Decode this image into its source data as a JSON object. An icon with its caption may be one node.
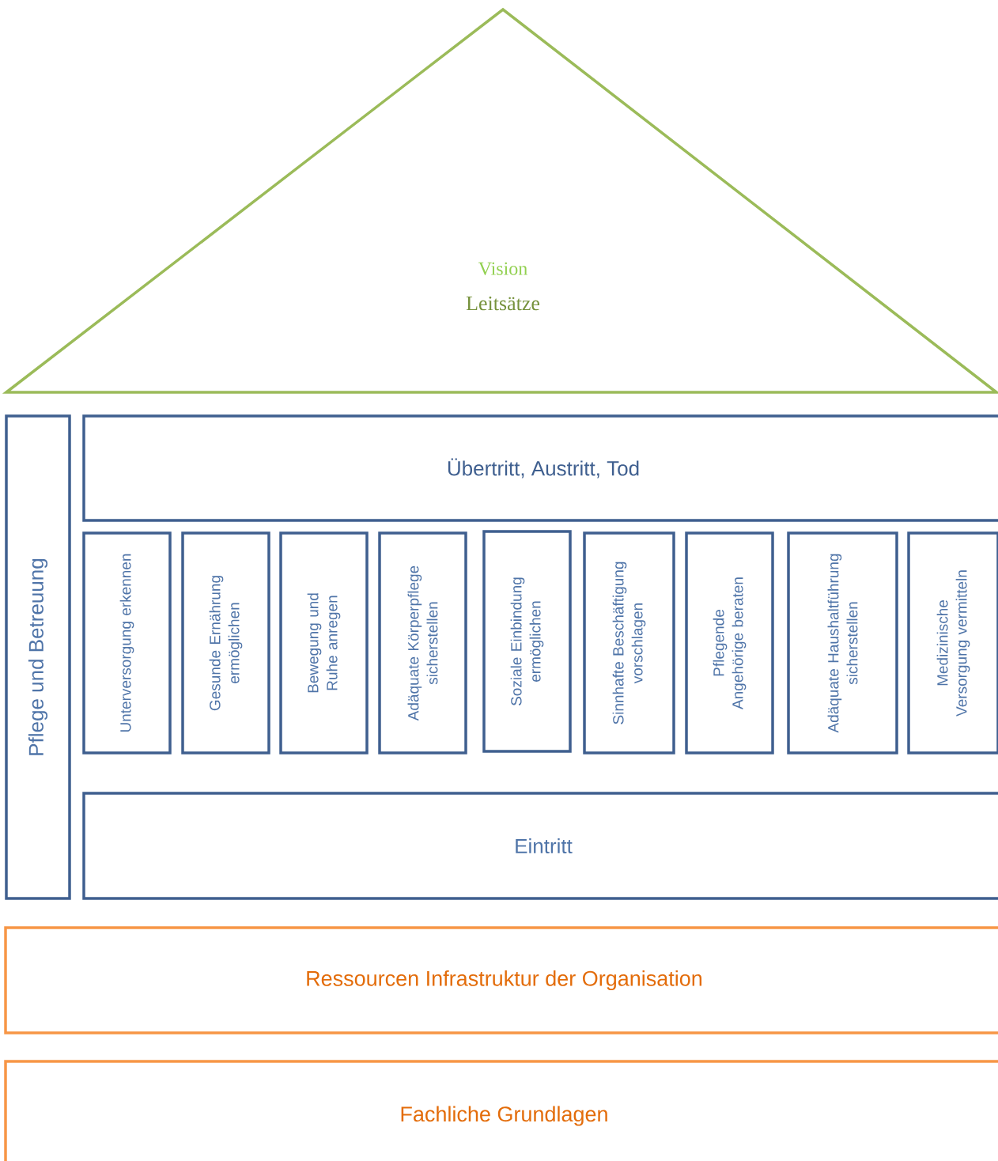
{
  "diagram": {
    "nodes": [
      {
        "text": [
          "Vision",
          "Leitsätze"
        ]
      },
      {
        "text": [
          "Pflege und Betreuung"
        ]
      },
      {
        "text": [
          "Übertritt, Austritt, Tod"
        ]
      },
      {
        "text": [
          "Unterversorgung erkennen"
        ]
      },
      {
        "text": [
          "Gesunde Ernährung ermöglichen"
        ]
      },
      {
        "text": [
          "Bewegung und Ruhe anregen"
        ]
      },
      {
        "text": [
          "Adäquate Körperpflege sicherstellen"
        ]
      },
      {
        "text": [
          "Soziale Einbindung ermöglichen"
        ]
      },
      {
        "text": [
          "Sinnhafte Beschäftigung vorschlagen"
        ]
      },
      {
        "text": [
          "Pflegende Angehörige beraten"
        ]
      },
      {
        "text": [
          "Adäquate Haushaltführung sicherstellen"
        ]
      },
      {
        "text": [
          "Medizinische Versorgung vermitteln"
        ]
      },
      {
        "text": [
          "Eintritt"
        ]
      },
      {
        "text": [
          "Ressourcen Infrastruktur der Organisation"
        ]
      },
      {
        "text": [
          "Fachliche Grundlagen"
        ]
      }
    ]
  }
}
